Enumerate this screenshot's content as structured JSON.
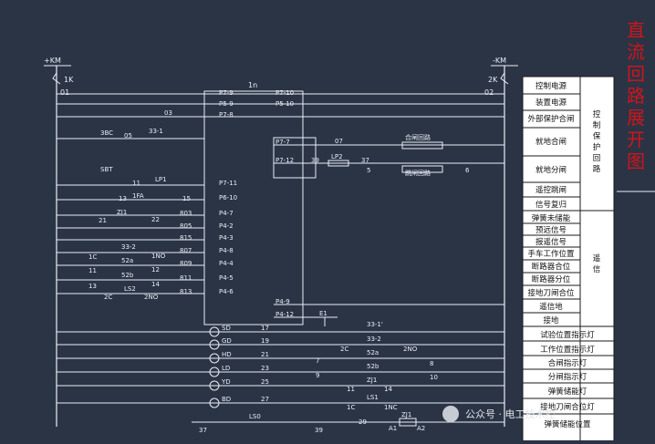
{
  "title_vertical": "直流回路展开图",
  "colors": {
    "background": "#2b3445",
    "line": "#e9eef7",
    "title": "#d0141a",
    "title_bar": "#bfc7d5",
    "table_bg": "#ffffff",
    "table_text": "#111111"
  },
  "bus": {
    "left": {
      "label": "+KM",
      "fuse": "1K",
      "node": "01"
    },
    "right": {
      "label": "-KM",
      "fuse": "2K",
      "node": "02"
    }
  },
  "left_rows": [
    {
      "id": "r1",
      "center_labels": [
        "P7-9"
      ],
      "pin_right": "P7-10",
      "mid_left_text": "",
      "mid_right_text": "",
      "label_right": ""
    },
    {
      "id": "r2",
      "center_labels": [
        "P5-9"
      ],
      "pin_right": "P5-10"
    },
    {
      "id": "r3",
      "center_labels": [
        "P7-8"
      ],
      "mid_left_text": "03"
    },
    {
      "id": "r4",
      "center_labels": [],
      "texts": [
        "3BC",
        "05",
        "33-1"
      ]
    },
    {
      "id": "r5",
      "center_labels": [],
      "pin_right": "P7-7",
      "texts": [
        "07",
        "合闸回路"
      ]
    },
    {
      "id": "r6",
      "center_labels": [],
      "pin_right": "P7-12",
      "texts": [
        "39",
        "LP2",
        "37",
        "跳闸回路",
        "5",
        "6"
      ]
    },
    {
      "id": "r7",
      "center_labels": [
        "P7-11"
      ],
      "texts": [
        "SBT",
        "11",
        "LP1"
      ]
    },
    {
      "id": "r8",
      "center_labels": [
        "P6-10"
      ],
      "texts": [
        "1FA",
        "13",
        "15"
      ]
    },
    {
      "id": "r9",
      "center_labels": [
        "P4-7"
      ],
      "texts": [
        "ZJ1",
        "21",
        "22",
        "803"
      ]
    },
    {
      "id": "r10",
      "center_labels": [
        "P4-2"
      ],
      "texts": [
        "805"
      ]
    },
    {
      "id": "r11",
      "center_labels": [
        "P4-3"
      ],
      "texts": [
        "815"
      ]
    },
    {
      "id": "r12",
      "center_labels": [
        "P4-8"
      ],
      "texts": [
        "33-2",
        "1C",
        "1NO",
        "807"
      ]
    },
    {
      "id": "r13",
      "center_labels": [
        "P4-4"
      ],
      "texts": [
        "52a",
        "11",
        "12",
        "809"
      ]
    },
    {
      "id": "r14",
      "center_labels": [
        "P4-5"
      ],
      "texts": [
        "52b",
        "13",
        "14",
        "811"
      ]
    },
    {
      "id": "r15",
      "center_labels": [
        "P4-6"
      ],
      "texts": [
        "LS2",
        "2C",
        "2NO",
        "813"
      ]
    }
  ],
  "relay_box": {
    "label": "1n",
    "bottom_pins": [
      "P4-9",
      "P4-12"
    ],
    "e_label": "E1"
  },
  "lamp_rows": [
    {
      "lamp": "SD",
      "num": "17",
      "sw1": "33-1'",
      "sw2": "",
      "sw3": ""
    },
    {
      "lamp": "GD",
      "num": "19",
      "sw1": "33-2",
      "sw2": "2C",
      "sw3": "2NO"
    },
    {
      "lamp": "HD",
      "num": "21",
      "sw1": "52a",
      "sw2": "7",
      "sw3": "8"
    },
    {
      "lamp": "LD",
      "num": "23",
      "sw1": "52b",
      "sw2": "9",
      "sw3": "10"
    },
    {
      "lamp": "YD",
      "num": "25",
      "sw1": "ZJ1",
      "sw2": "11",
      "sw3": "14"
    },
    {
      "lamp": "BD",
      "num": "27",
      "sw1": "LS1",
      "sw2": "1C",
      "sw3": "1NC"
    }
  ],
  "bottom_row": {
    "left": "37",
    "mid": "LS0",
    "right": "39",
    "n1": "29",
    "coil": "ZJ1",
    "a1": "A1",
    "a2": "A2"
  },
  "table": {
    "group1_title": "控制保护回路",
    "group1_items": [
      "控制电源",
      "装置电源",
      "外部保护合闸",
      "就地合闸",
      "就地分闸",
      "遥控跳闸",
      "信号复归"
    ],
    "group2_title": "遥信",
    "group2_items": [
      "弹簧未储能",
      "预远信号",
      "报遥信号",
      "手车工作位置",
      "断路器合位",
      "断路器分位",
      "接地刀闸合位",
      "遥信地",
      "接地"
    ],
    "group3_items": [
      "试验位置指示灯",
      "工作位置指示灯",
      "合闸指示灯",
      "分闸指示灯",
      "弹簧储能灯",
      "接地刀闸合位灯",
      "弹簧储能位置"
    ]
  },
  "watermark": "公众号 · 电工技术控"
}
